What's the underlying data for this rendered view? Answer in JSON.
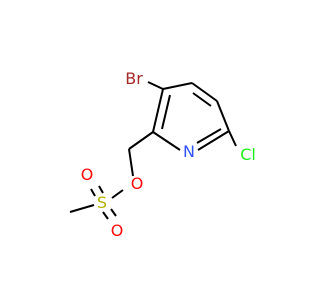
{
  "molecule": {
    "atoms": {
      "br": {
        "symbol": "Br",
        "color": "#a62929"
      },
      "n": {
        "symbol": "N",
        "color": "#3050f8"
      },
      "cl": {
        "symbol": "Cl",
        "color": "#1ff01f"
      },
      "o_ester": {
        "symbol": "O",
        "color": "#ff0d0d"
      },
      "s": {
        "symbol": "S",
        "color": "#b2b200"
      },
      "o_top": {
        "symbol": "O",
        "color": "#ff0d0d"
      },
      "o_bottom": {
        "symbol": "O",
        "color": "#ff0d0d"
      }
    },
    "bond_color": "#000000"
  }
}
